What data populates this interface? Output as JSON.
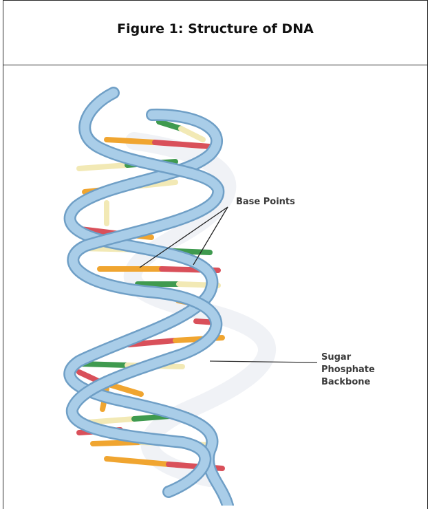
{
  "figure": {
    "title": "Figure 1: Structure of DNA",
    "labels": {
      "base_points": "Base Points",
      "backbone_line1": "Sugar",
      "backbone_line2": "Phosphate",
      "backbone_line3": "Backbone"
    },
    "colors": {
      "backbone": "#a9cde8",
      "backbone_edge": "#6f9fc6",
      "shadow": "#dfe6ee",
      "base_orange": "#f0a530",
      "base_red": "#d9505a",
      "base_green": "#3f9a4f",
      "base_cream": "#f2e9b5"
    }
  }
}
